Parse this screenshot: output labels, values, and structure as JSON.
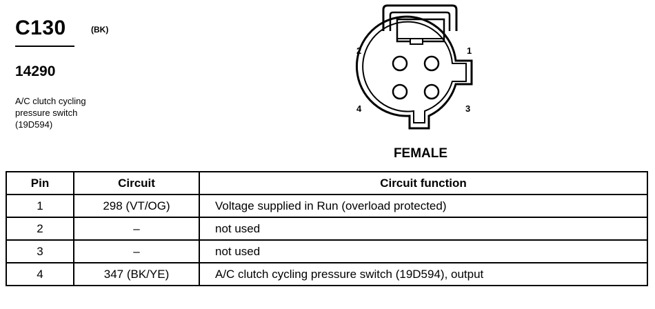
{
  "connector": {
    "id": "C130",
    "color_code": "(BK)",
    "part_number": "14290",
    "description_lines": [
      "A/C clutch cycling",
      "pressure switch",
      "(19D594)"
    ],
    "gender": "FEMALE",
    "pin_labels": {
      "p1": "1",
      "p2": "2",
      "p3": "3",
      "p4": "4"
    }
  },
  "table": {
    "headers": [
      "Pin",
      "Circuit",
      "Circuit function"
    ],
    "rows": [
      {
        "pin": "1",
        "circuit": "298 (VT/OG)",
        "function": "Voltage supplied in Run (overload protected)"
      },
      {
        "pin": "2",
        "circuit": "–",
        "function": "not used"
      },
      {
        "pin": "3",
        "circuit": "–",
        "function": "not used"
      },
      {
        "pin": "4",
        "circuit": "347 (BK/YE)",
        "function": "A/C clutch cycling pressure switch (19D594), output"
      }
    ]
  }
}
